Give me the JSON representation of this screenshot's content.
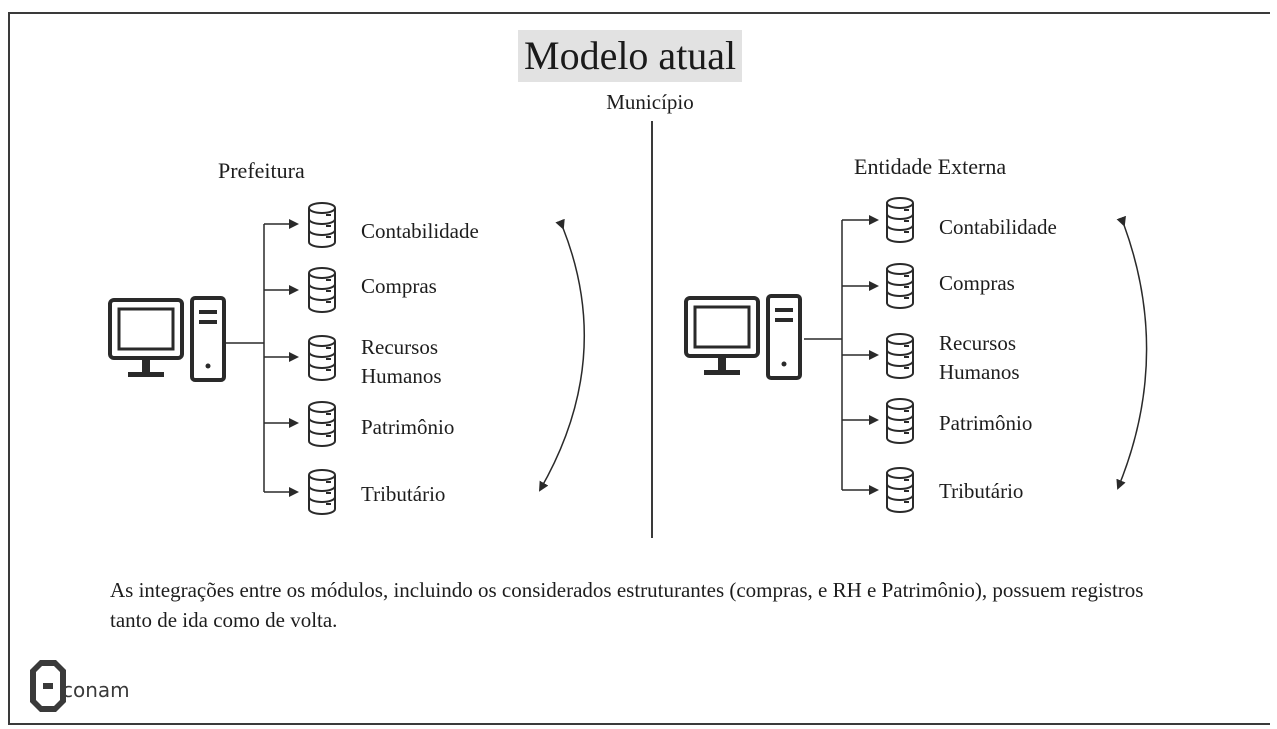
{
  "title": "Modelo atual",
  "subtitle": "Município",
  "left_group": {
    "label": "Prefeitura",
    "modules": [
      "Contabilidade",
      "Compras",
      "Recursos Humanos",
      "Patrimônio",
      "Tributário"
    ]
  },
  "right_group": {
    "label": "Entidade Externa",
    "modules": [
      "Contabilidade",
      "Compras",
      "Recursos Humanos",
      "Patrimônio",
      "Tributário"
    ]
  },
  "footnote": "As integrações entre os módulos, incluindo os considerados estruturantes (compras, e RH e Patrimônio), possuem registros tanto de ida como de volta.",
  "logo": {
    "text": "conam",
    "icon": "conam-logo-icon"
  },
  "icons": {
    "computer": "computer-icon",
    "database": "database-icon",
    "arrow": "bidirectional-arrow-icon"
  },
  "colors": {
    "ink": "#1d1d1d",
    "title_bg": "#e2e2e2",
    "line": "#3a3a3a"
  }
}
